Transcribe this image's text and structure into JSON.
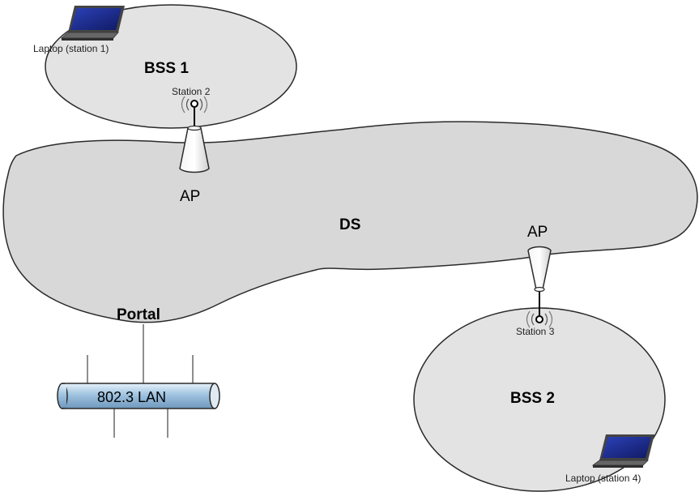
{
  "diagram": {
    "bss1": {
      "label": "BSS 1",
      "laptop_label": "Laptop (station 1)",
      "station_label": "Station 2"
    },
    "bss2": {
      "label": "BSS 2",
      "laptop_label": "Laptop (station 4)",
      "station_label": "Station 3"
    },
    "ds": {
      "label": "DS"
    },
    "ap_left": {
      "label": "AP"
    },
    "ap_right": {
      "label": "AP"
    },
    "portal": {
      "label": "Portal"
    },
    "lan": {
      "label": "802.3 LAN"
    },
    "colors": {
      "region_fill": "#d8d8d8",
      "bss_fill": "#e3e3e3",
      "outline": "#2a2a2a",
      "lan_fill": "#a9c9e3",
      "laptop_screen": "#1b2a8c"
    },
    "icons": [
      "laptop-icon",
      "antenna-icon",
      "access-point-icon",
      "lan-cylinder"
    ]
  }
}
